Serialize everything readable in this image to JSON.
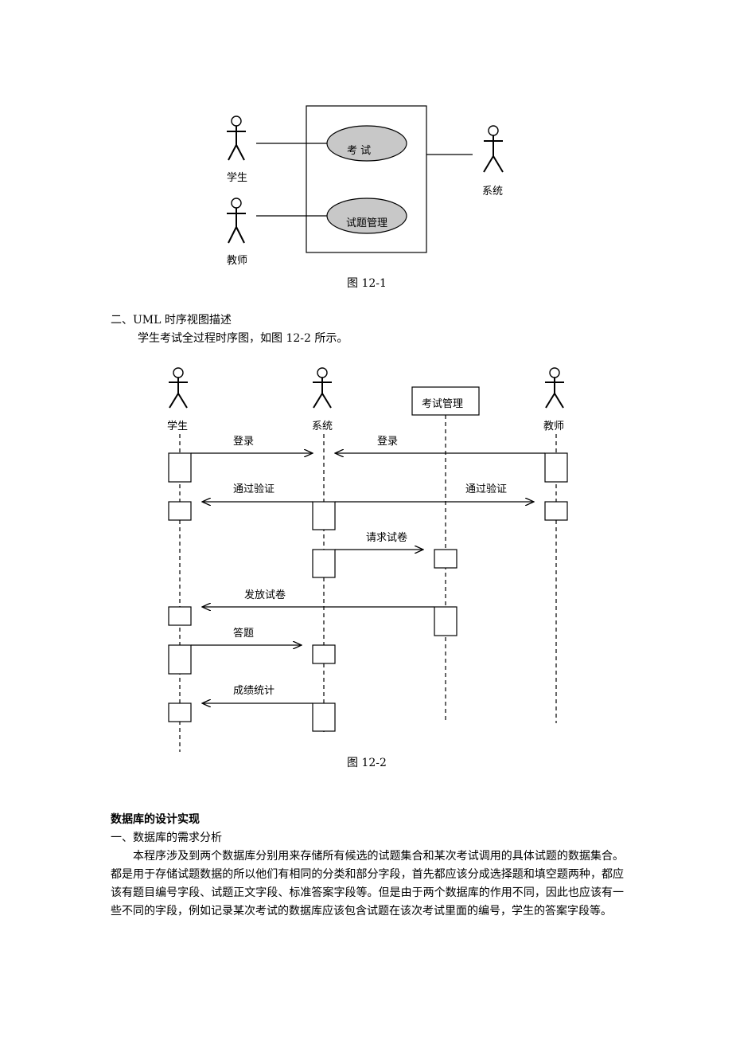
{
  "fig1": {
    "usecase_exam": "考  试",
    "usecase_manage": "试题管理",
    "actor_student": "学生",
    "actor_teacher": "教师",
    "actor_system": "系统",
    "caption": "图 12-1"
  },
  "section2": {
    "heading": "二、UML 时序视图描述",
    "intro": "学生考试全过程时序图，如图 12-2 所示。"
  },
  "fig2": {
    "lifeline_student": "学生",
    "lifeline_system": "系统",
    "lifeline_exam_mgmt": "考试管理",
    "lifeline_teacher": "教师",
    "msg_login_left": "登录",
    "msg_login_right": "登录",
    "msg_verify_left": "通过验证",
    "msg_verify_right": "通过验证",
    "msg_request_paper": "请求试卷",
    "msg_issue_paper": "发放试卷",
    "msg_answer": "答题",
    "msg_score": "成绩统计",
    "caption": "图 12-2"
  },
  "db_section": {
    "title": "数据库的设计实现",
    "subheading": "一、数据库的需求分析",
    "paragraph": "本程序涉及到两个数据库分别用来存储所有候选的试题集合和某次考试调用的具体试题的数据集合。都是用于存储试题数据的所以他们有相同的分类和部分字段，首先都应该分成选择题和填空题两种，都应该有题目编号字段、试题正文字段、标准答案字段等。但是由于两个数据库的作用不同，因此也应该有一些不同的字段，例如记录某次考试的数据库应该包含试题在该次考试里面的编号，学生的答案字段等。"
  }
}
